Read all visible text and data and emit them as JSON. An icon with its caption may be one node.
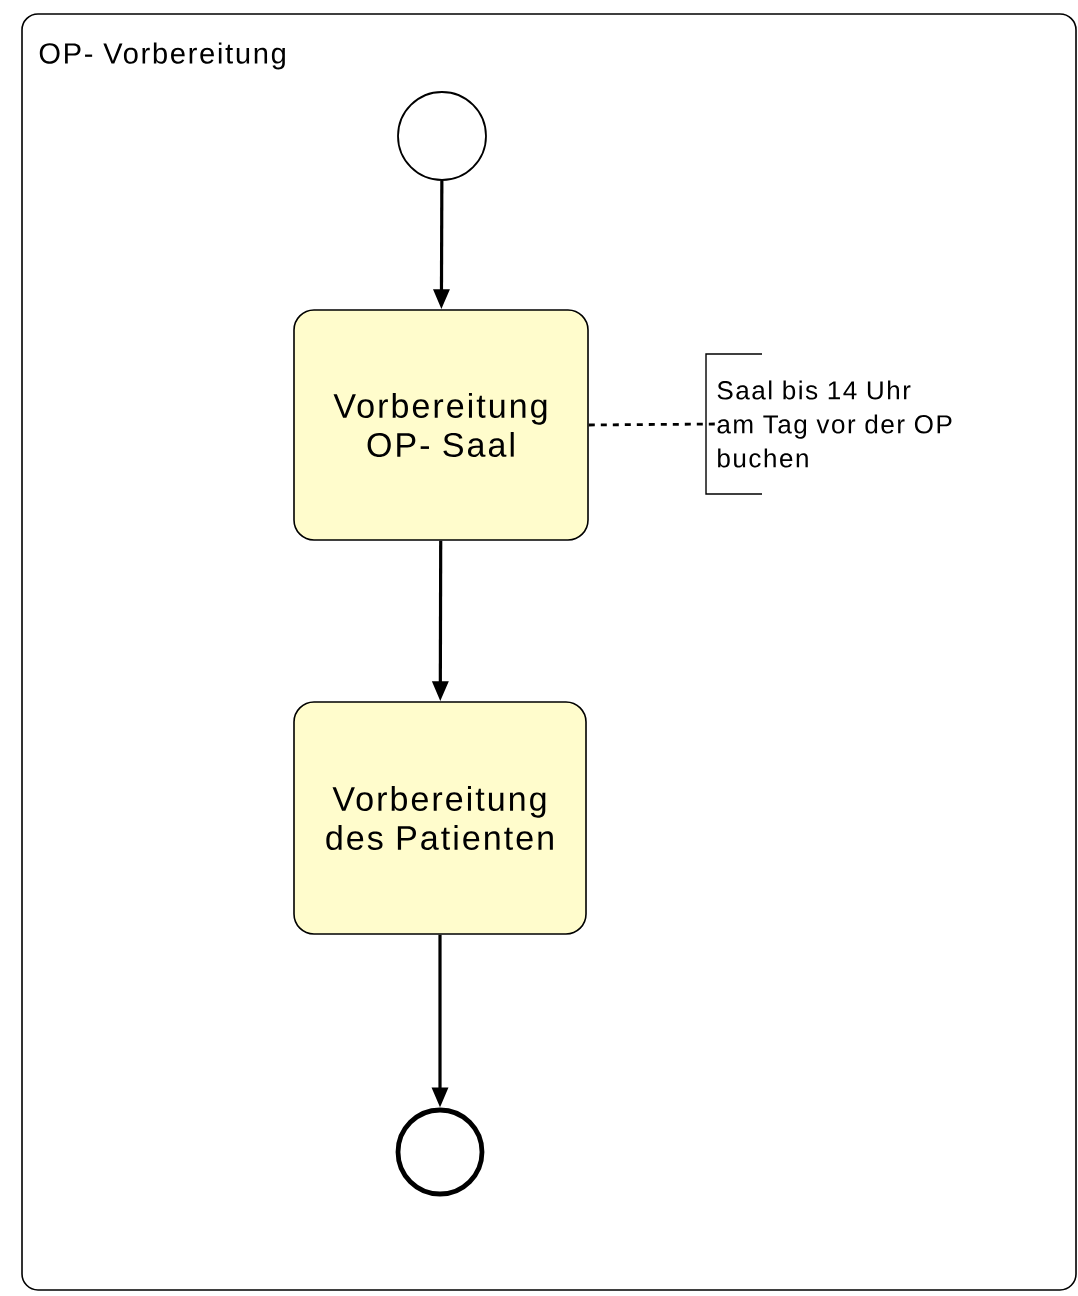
{
  "diagram": {
    "nodes": [
      {
        "text": [
          "OP- Vorbereitung"
        ]
      },
      {
        "text": [],
        "shape": "circle",
        "in": 0
      },
      {
        "text": [
          "Vorbereitung OP- Saal"
        ],
        "in": 0
      },
      {
        "text": [
          "Saal bis 14 Uhr am Tag vor der OP buchen"
        ],
        "in": 0
      },
      {
        "text": [
          "Vorbereitung des Patienten"
        ],
        "in": 0
      },
      {
        "text": [],
        "shape": "circle",
        "in": 0
      }
    ],
    "edges": [
      {
        "from": 1,
        "to": 2,
        "arrow": "to"
      },
      {
        "from": 2,
        "to": 3,
        "arrow": "none",
        "style": "dashed"
      },
      {
        "from": 2,
        "to": 4,
        "arrow": "to"
      },
      {
        "from": 4,
        "to": 5,
        "arrow": "to"
      }
    ]
  }
}
